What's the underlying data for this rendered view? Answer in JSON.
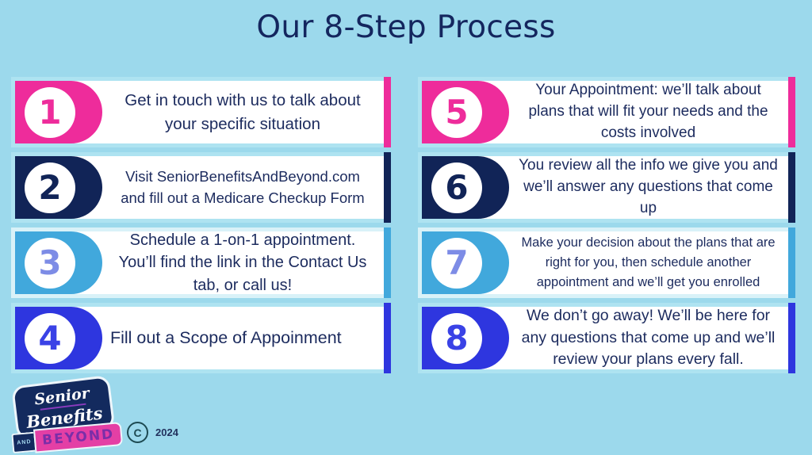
{
  "title": "Our 8-Step Process",
  "colors": {
    "background": "#9cd9ec",
    "title_text": "#14265e",
    "step_text": "#1c2b5e",
    "row_background": "#ffffff",
    "row_border": "#aee3f1",
    "row_border_pale": "#d9f2f8",
    "pink": "#ee2c9b",
    "navy": "#112457",
    "light_blue": "#41a8dc",
    "blue": "#2e36df",
    "periwinkle_number": "#7d8ce6"
  },
  "steps": [
    {
      "number": "1",
      "color": "pink",
      "text": "Get in touch with us to talk about your specific situation"
    },
    {
      "number": "2",
      "color": "navy",
      "text": "Visit SeniorBenefitsAndBeyond.com and fill out a Medicare Checkup Form"
    },
    {
      "number": "3",
      "color": "light_blue",
      "text": "Schedule a 1-on-1 appointment. You’ll find the link in the Contact Us tab, or call us!"
    },
    {
      "number": "4",
      "color": "blue",
      "text": "Fill out a Scope of Appoinment"
    },
    {
      "number": "5",
      "color": "pink",
      "text": "Your Appointment: we’ll talk about plans that will fit your needs and the costs involved"
    },
    {
      "number": "6",
      "color": "navy",
      "text": "You review all the info we give you and we’ll answer any questions that come up"
    },
    {
      "number": "7",
      "color": "light_blue",
      "text": "Make your decision about the plans that are right for you, then schedule another appointment and we’ll get you enrolled"
    },
    {
      "number": "8",
      "color": "blue",
      "text": "We don’t go away! We’ll be here for any questions that come up and we’ll review your plans every fall."
    }
  ],
  "logo": {
    "line1": "Senior",
    "line2": "Benefits",
    "and_label": "AND",
    "beyond_label": "BEYOND"
  },
  "footer": {
    "copyright_symbol": "C",
    "year": "2024"
  }
}
